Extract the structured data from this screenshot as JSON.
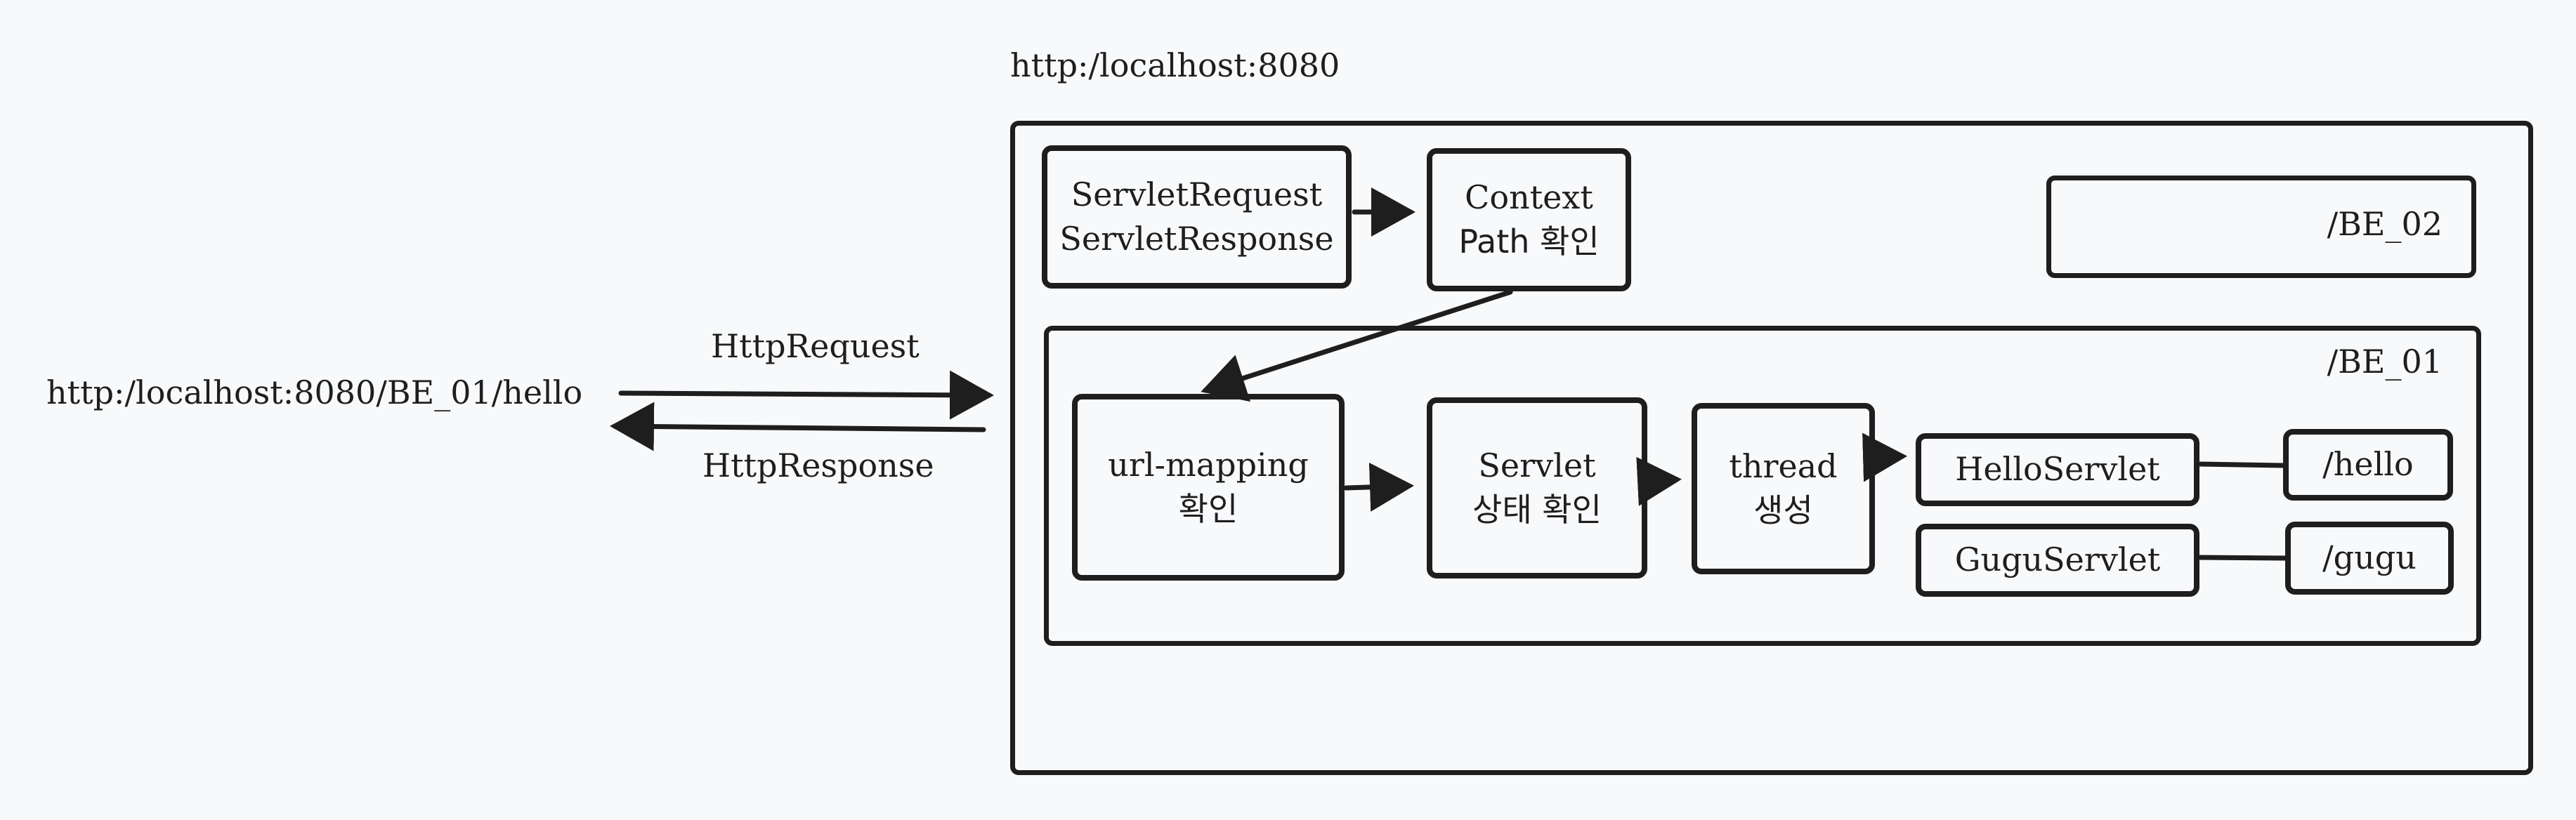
{
  "client": {
    "url": "http:/localhost:8080/BE_01/hello",
    "request_label": "HttpRequest",
    "response_label": "HttpResponse"
  },
  "server": {
    "title": "http:/localhost:8080",
    "servlet_request_lines": [
      "ServletRequest",
      "ServletResponse"
    ],
    "context_path_lines": [
      "Context",
      "Path 확인"
    ],
    "contexts": [
      {
        "name": "/BE_02"
      },
      {
        "name": "/BE_01"
      }
    ]
  },
  "be01": {
    "url_mapping_lines": [
      "url-mapping",
      "확인"
    ],
    "servlet_state_lines": [
      "Servlet",
      "상태 확인"
    ],
    "thread_lines": [
      "thread",
      "생성"
    ],
    "servlets": [
      {
        "name": "HelloServlet",
        "path": "/hello"
      },
      {
        "name": "GuguServlet",
        "path": "/gugu"
      }
    ]
  },
  "colors": {
    "stroke": "#1e1e1e",
    "background": "#f8f9fb"
  }
}
